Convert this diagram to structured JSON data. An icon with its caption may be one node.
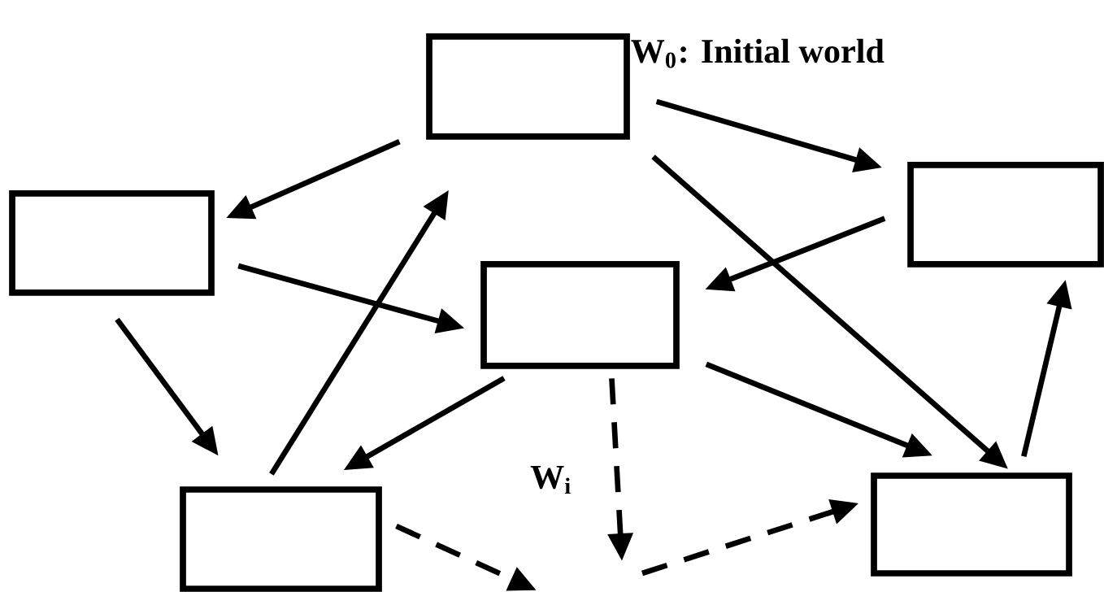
{
  "diagram": {
    "nodes": [
      {
        "text": [],
        "shape": "box",
        "beside": [
          "W$_{0}$: Initial world"
        ]
      },
      {
        "text": [],
        "shape": "box"
      },
      {
        "text": [],
        "shape": "box"
      },
      {
        "text": [],
        "shape": "box"
      },
      {
        "text": [],
        "shape": "box"
      },
      {
        "text": [],
        "shape": "box"
      }
    ],
    "edges": [
      {
        "from": 0,
        "to": 1,
        "arrow": "to"
      },
      {
        "from": 0,
        "to": 2,
        "arrow": "to"
      },
      {
        "from": 0,
        "to": 5,
        "arrow": "to"
      },
      {
        "from": 2,
        "to": 3,
        "arrow": "to"
      },
      {
        "from": 1,
        "to": 3,
        "arrow": "to"
      },
      {
        "from": 1,
        "to": 4,
        "arrow": "to"
      },
      {
        "from": 4,
        "to": 0,
        "arrow": "to"
      },
      {
        "from": 3,
        "to": 4,
        "arrow": "to"
      },
      {
        "from": 3,
        "to": 5,
        "arrow": "to"
      },
      {
        "from": 5,
        "to": 2,
        "arrow": "to"
      },
      {
        "from": 4,
        "to": null,
        "arrow": "to",
        "style": "dashed"
      },
      {
        "from": 3,
        "to": null,
        "arrow": "to",
        "style": "dashed",
        "label": "W$_{i}$"
      },
      {
        "from": null,
        "to": 5,
        "arrow": "to",
        "style": "dashed"
      }
    ]
  }
}
